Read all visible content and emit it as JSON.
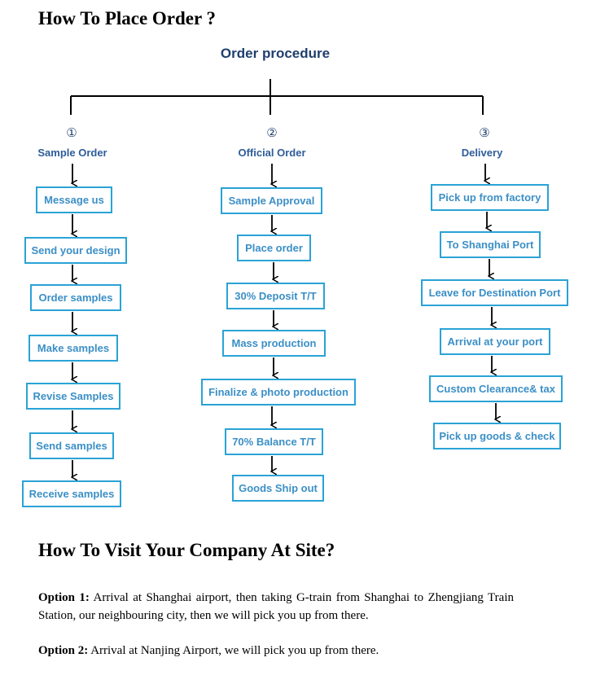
{
  "heading1": "How To Place Order ?",
  "procedure_title": "Order procedure",
  "columns": [
    {
      "number": "①",
      "label": "Sample Order",
      "steps": [
        "Message us",
        "Send your design",
        "Order samples",
        "Make samples",
        "Revise Samples",
        "Send samples",
        "Receive samples"
      ]
    },
    {
      "number": "②",
      "label": "Official Order",
      "steps": [
        "Sample Approval",
        "Place order",
        "30% Deposit T/T",
        "Mass production",
        "Finalize & photo production",
        "70% Balance T/T",
        "Goods Ship out"
      ]
    },
    {
      "number": "③",
      "label": "Delivery",
      "steps": [
        "Pick up from factory",
        "To Shanghai Port",
        "Leave for Destination Port",
        "Arrival at your port",
        "Custom Clearance& tax",
        "Pick up goods & check"
      ]
    }
  ],
  "heading2": "How To Visit Your Company At Site?",
  "options": [
    {
      "label": "Option 1:",
      "text": " Arrival at Shanghai airport, then taking G-train from Shanghai to Zhengjiang Train Station, our neighbouring city, then we will pick you up from there."
    },
    {
      "label": "Option 2:",
      "text": " Arrival at Nanjing Airport, we will pick you up from there."
    }
  ]
}
